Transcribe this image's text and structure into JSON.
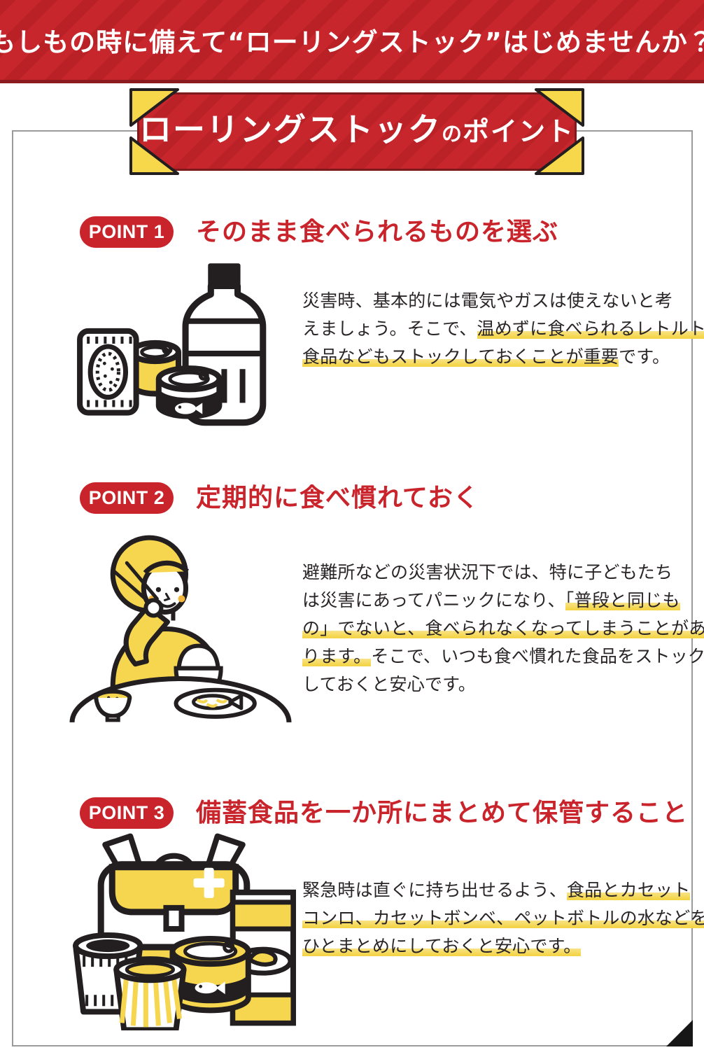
{
  "colors": {
    "accent_red": "#c7262c",
    "dark_red_border": "#7d1a1e",
    "heading_red": "#c9242b",
    "brand_yellow": "#f6d64f",
    "highlight_yellow": "#f4d54a",
    "line_black": "#231f20",
    "card_border_gray": "#9b9b9b"
  },
  "header": {
    "title": "もしもの時に備えて“ローリングストック”はじめませんか？"
  },
  "banner": {
    "title_main": "ローリングストック",
    "title_particle": "の",
    "title_sub": "ポイント"
  },
  "points": [
    {
      "badge": "POINT 1",
      "heading": "そのまま食べられるものを選ぶ",
      "illustration_icons": [
        "snack-bag-icon",
        "canned-food-icon",
        "fish-can-icon",
        "water-bottle-icon"
      ],
      "body_lines": [
        {
          "segments": [
            {
              "text": "災害時、基本的には電気やガスは使えないと考",
              "highlight": false
            }
          ]
        },
        {
          "segments": [
            {
              "text": "えましょう。そこで、",
              "highlight": false
            },
            {
              "text": "温めずに食べられるレトルト",
              "highlight": true
            }
          ]
        },
        {
          "segments": [
            {
              "text": "食品などもストックしておくことが重要",
              "highlight": true
            },
            {
              "text": "です。",
              "highlight": false
            }
          ]
        }
      ]
    },
    {
      "badge": "POINT 2",
      "heading": "定期的に食べ慣れておく",
      "illustration_icons": [
        "person-eating-icon",
        "rice-bowl-icon",
        "soup-bowl-icon",
        "fish-plate-icon"
      ],
      "body_lines": [
        {
          "segments": [
            {
              "text": "避難所などの災害状況下では、特に子どもたち",
              "highlight": false
            }
          ]
        },
        {
          "segments": [
            {
              "text": "は災害にあってパニックになり、",
              "highlight": false
            },
            {
              "text": "「普段と同じも",
              "highlight": true
            }
          ]
        },
        {
          "segments": [
            {
              "text": "の」でないと、食べられなくなってしまうことがあ",
              "highlight": true
            }
          ]
        },
        {
          "segments": [
            {
              "text": "ります。",
              "highlight": true
            },
            {
              "text": "そこで、いつも食べ慣れた食品をストック",
              "highlight": false
            }
          ]
        },
        {
          "segments": [
            {
              "text": "しておくと安心です。",
              "highlight": false
            }
          ]
        }
      ]
    },
    {
      "badge": "POINT 3",
      "heading": "備蓄食品を一か所にまとめて保管すること",
      "illustration_icons": [
        "emergency-backpack-icon",
        "cup-noodle-icon",
        "fish-can-icon",
        "retort-box-icon"
      ],
      "body_lines": [
        {
          "segments": [
            {
              "text": "緊急時は直ぐに持ち出せるよう、",
              "highlight": false
            },
            {
              "text": "食品とカセット",
              "highlight": true
            }
          ]
        },
        {
          "segments": [
            {
              "text": "コンロ、カセットボンベ、ペットボトルの水などを",
              "highlight": true
            }
          ]
        },
        {
          "segments": [
            {
              "text": "ひとまとめにしておくと安心です。",
              "highlight": true
            }
          ]
        }
      ]
    }
  ]
}
